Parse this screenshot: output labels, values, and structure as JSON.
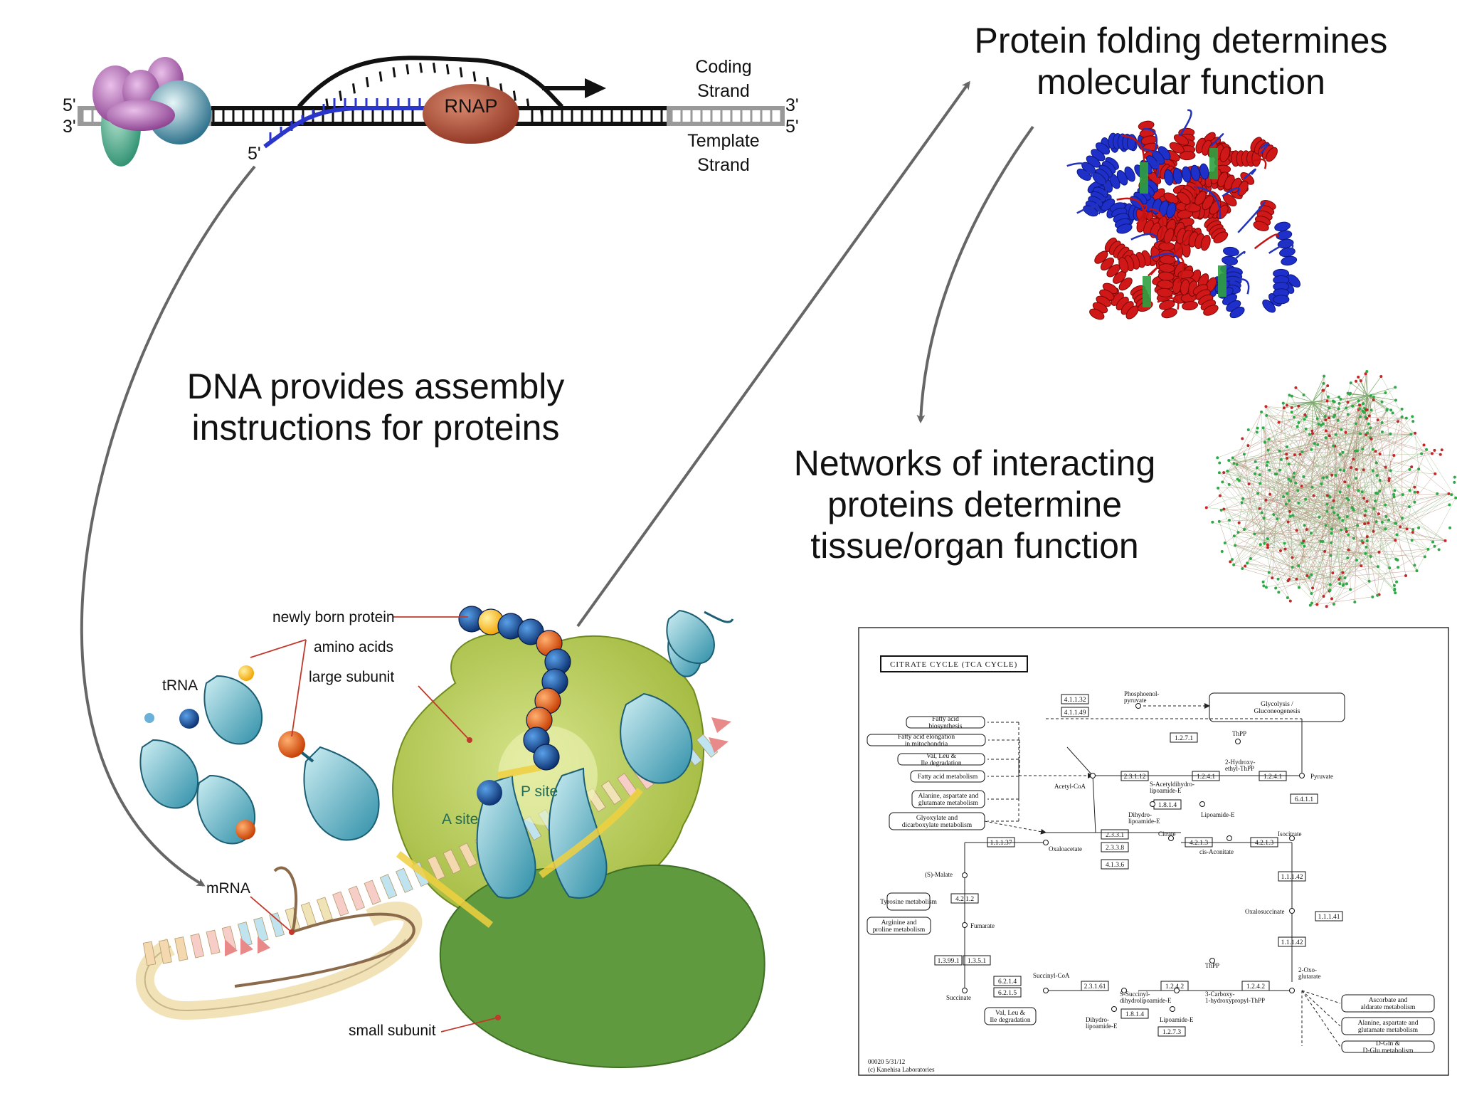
{
  "headings": {
    "protein_folding": [
      "Protein folding determines",
      "molecular function"
    ],
    "dna_instructions": [
      "DNA provides assembly",
      "instructions for proteins"
    ],
    "networks": [
      "Networks of interacting",
      "proteins determine",
      "tissue/organ function"
    ]
  },
  "transcription": {
    "rnap": "RNAP",
    "coding_strand": [
      "Coding",
      "Strand"
    ],
    "template_strand": [
      "Template",
      "Strand"
    ],
    "left_top": "5'",
    "left_bottom": "3'",
    "right_top": "3'",
    "right_bottom": "5'",
    "rna_end": "5'"
  },
  "ribosome": {
    "newly_born_protein": "newly born protein",
    "amino_acids": "amino acids",
    "large_subunit": "large subunit",
    "trna": "tRNA",
    "p_site": "P site",
    "a_site": "A site",
    "mrna": "mRNA",
    "small_subunit": "small subunit"
  },
  "pathway": {
    "title": "CITRATE CYCLE (TCA CYCLE)",
    "footer": [
      "00020 5/31/12",
      "(c) Kanehisa Laboratories"
    ],
    "external_boxes_left": [
      "Fatty acid biosynthesis",
      "Fatty acid elongation in mitochondria",
      "Val, Leu & Ile degradation",
      "Fatty acid metabolism",
      "Alanine, aspartate and glutamate metabolism",
      "Glyoxylate and dicarboxylate metabolism",
      "Tyrosine metabolism",
      "Arginine and proline metabolism",
      "Val, Leu & Ile degradation"
    ],
    "external_boxes_right": [
      "Glycolysis / Gluconeogenesis",
      "Ascorbate and aldarate metabolism",
      "Alanine, aspartate and glutamate metabolism",
      "D-Gln & D-Glu metabolism"
    ],
    "enzymes": [
      "4.1.1.32",
      "4.1.1.49",
      "1.2.7.1",
      "2.3.1.12",
      "1.2.4.1",
      "1.2.4.1",
      "1.8.1.4",
      "6.4.1.1",
      "2.3.3.1",
      "2.3.3.8",
      "4.1.3.6",
      "4.2.1.3",
      "4.2.1.3",
      "1.1.1.37",
      "4.2.1.2",
      "1.1.1.42",
      "1.1.1.41",
      "1.1.1.42",
      "1.3.99.1",
      "1.3.5.1",
      "6.2.1.4",
      "6.2.1.5",
      "2.3.1.61",
      "1.2.4.2",
      "1.2.4.2",
      "1.8.1.4",
      "1.2.7.3"
    ],
    "compounds": [
      "Phosphoenol-pyruvate",
      "ThPP",
      "2-Hydroxy-ethyl-ThPP",
      "Pyruvate",
      "Acetyl-CoA",
      "S-Acetyldihydro-lipoamide-E",
      "Dihydro-lipoamide-E",
      "Lipoamide-E",
      "Citrate",
      "cis-Aconitate",
      "Isocitrate",
      "Oxaloacetate",
      "(S)-Malate",
      "Fumarate",
      "Oxalosuccinate",
      "Succinate",
      "Succinyl-CoA",
      "S-Succinyl-dihydrolipoamide-E",
      "ThPP",
      "3-Carboxy-1-hydroxypropyl-ThPP",
      "2-Oxo-glutarate",
      "Dihydro-lipoamide-E",
      "Lipoamide-E"
    ]
  }
}
